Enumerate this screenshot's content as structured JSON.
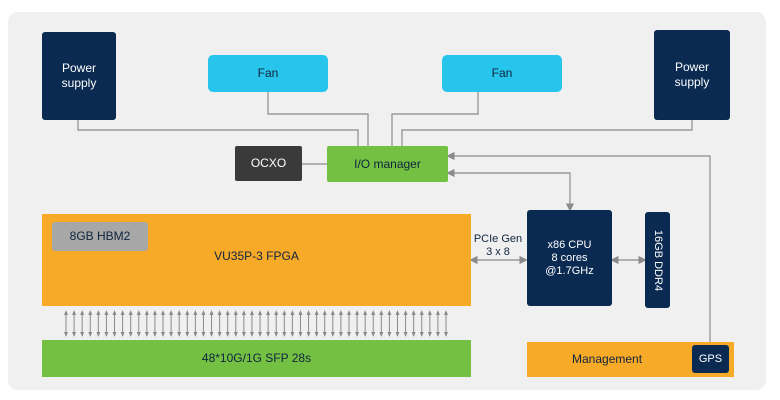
{
  "diagram": {
    "power_supply_left": "Power\nsupply",
    "power_supply_right": "Power\nsupply",
    "fan_left": "Fan",
    "fan_right": "Fan",
    "ocxo": "OCXO",
    "io_manager": "I/O manager",
    "hbm2": "8GB HBM2",
    "fpga": "VU35P-3 FPGA",
    "pcie_label": "PCIe Gen\n3 x 8",
    "cpu": "x86 CPU\n8 cores\n@1.7GHz",
    "ddr4": "16GB DDR4",
    "sfp": "48*10G/1G SFP 28s",
    "management": "Management",
    "gps": "GPS"
  },
  "colors": {
    "navy": "#0b2a52",
    "cyan": "#27c5ec",
    "green": "#74c043",
    "orange": "#f7a928",
    "dark_grey": "#3a3a3a",
    "grey": "#a7a7a7",
    "line": "#9a9a9a"
  }
}
